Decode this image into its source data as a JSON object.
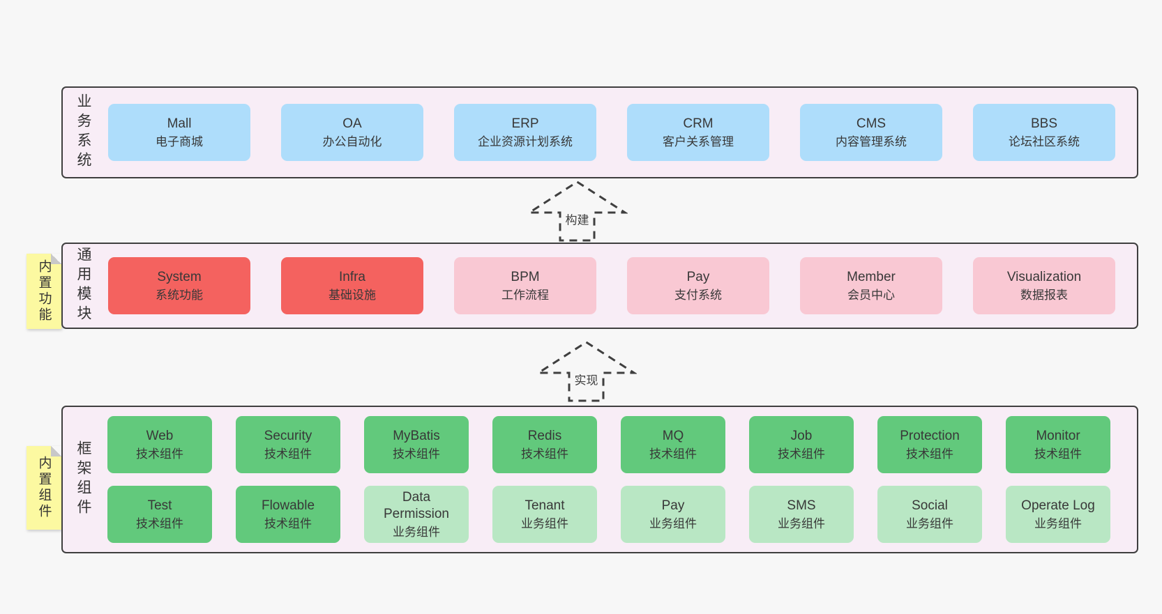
{
  "colors": {
    "page": "#f7f7f7",
    "panel": "#f8edf6",
    "border": "#3f3f3f",
    "text": "#383838",
    "blue": "#aeddfb",
    "red": "#f4625f",
    "pink": "#f9c8d3",
    "green": "#62c97c",
    "lightgreen": "#b9e7c4",
    "sticky": "#fcf9a1",
    "fold": "#c8c8c8"
  },
  "arrows": {
    "build": "构建",
    "implement": "实现"
  },
  "business": {
    "label": "业务系统",
    "boxes": [
      {
        "en": "Mall",
        "cn": "电子商城"
      },
      {
        "en": "OA",
        "cn": "办公自动化"
      },
      {
        "en": "ERP",
        "cn": "企业资源计划系统"
      },
      {
        "en": "CRM",
        "cn": "客户关系管理"
      },
      {
        "en": "CMS",
        "cn": "内容管理系统"
      },
      {
        "en": "BBS",
        "cn": "论坛社区系统"
      }
    ]
  },
  "modules": {
    "label": "通用模块",
    "sticky": "内置功能",
    "boxes": [
      {
        "en": "System",
        "cn": "系统功能",
        "type": "red"
      },
      {
        "en": "Infra",
        "cn": "基础设施",
        "type": "red"
      },
      {
        "en": "BPM",
        "cn": "工作流程",
        "type": "pink"
      },
      {
        "en": "Pay",
        "cn": "支付系统",
        "type": "pink"
      },
      {
        "en": "Member",
        "cn": "会员中心",
        "type": "pink"
      },
      {
        "en": "Visualization",
        "cn": "数据报表",
        "type": "pink"
      }
    ]
  },
  "framework": {
    "label": "框架组件",
    "sticky": "内置组件",
    "row1": [
      {
        "en": "Web",
        "cn": "技术组件",
        "type": "green"
      },
      {
        "en": "Security",
        "cn": "技术组件",
        "type": "green"
      },
      {
        "en": "MyBatis",
        "cn": "技术组件",
        "type": "green"
      },
      {
        "en": "Redis",
        "cn": "技术组件",
        "type": "green"
      },
      {
        "en": "MQ",
        "cn": "技术组件",
        "type": "green"
      },
      {
        "en": "Job",
        "cn": "技术组件",
        "type": "green"
      },
      {
        "en": "Protection",
        "cn": "技术组件",
        "type": "green"
      },
      {
        "en": "Monitor",
        "cn": "技术组件",
        "type": "green"
      }
    ],
    "row2": [
      {
        "en": "Test",
        "cn": "技术组件",
        "type": "green"
      },
      {
        "en": "Flowable",
        "cn": "技术组件",
        "type": "green"
      },
      {
        "en": "Data Permission",
        "cn": "业务组件",
        "type": "lightgreen"
      },
      {
        "en": "Tenant",
        "cn": "业务组件",
        "type": "lightgreen"
      },
      {
        "en": "Pay",
        "cn": "业务组件",
        "type": "lightgreen"
      },
      {
        "en": "SMS",
        "cn": "业务组件",
        "type": "lightgreen"
      },
      {
        "en": "Social",
        "cn": "业务组件",
        "type": "lightgreen"
      },
      {
        "en": "Operate Log",
        "cn": "业务组件",
        "type": "lightgreen"
      }
    ]
  }
}
